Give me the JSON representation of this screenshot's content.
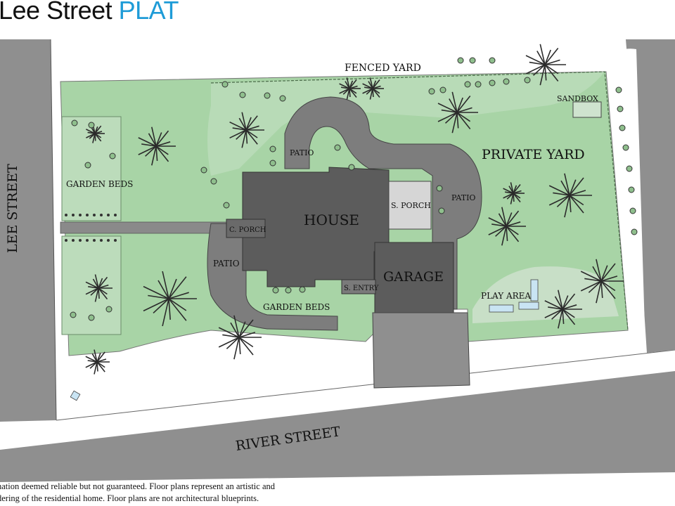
{
  "title": {
    "main": "Lee Street",
    "accent": "PLAT",
    "accent_color": "#1e9bd7"
  },
  "map": {
    "colors": {
      "lawn": "#a8d4a6",
      "yard_shade": "#c8dfc7",
      "paving": "#7d7d7d",
      "house": "#5c5c5c",
      "porch": "#d6d6d6",
      "road": "#8f8f8f",
      "water_play": "#c9e4f3"
    },
    "labels": {
      "fenced_yard": "FENCED YARD",
      "sandbox": "SANDBOX",
      "private_yard": "PRIVATE YARD",
      "patio_top": "PATIO",
      "garden_beds_left": "GARDEN BEDS",
      "house": "HOUSE",
      "s_porch": "S. PORCH",
      "patio_right": "PATIO",
      "c_porch": "C. PORCH",
      "patio_left": "PATIO",
      "garage": "GARAGE",
      "s_entry": "S. ENTRY",
      "garden_beds_bottom": "GARDEN BEDS",
      "play_area": "PLAY AREA",
      "lee_street": "LEE STREET",
      "river_street": "RIVER STREET"
    },
    "icons": [
      "tree-icon",
      "shrub-icon",
      "boulder-icon",
      "flower-icon"
    ]
  },
  "disclaimer": {
    "line1": "nation deemed reliable but not guaranteed. Floor plans represent an artistic and",
    "line2": "dering of the residential home. Floor plans are not architectural blueprints."
  }
}
